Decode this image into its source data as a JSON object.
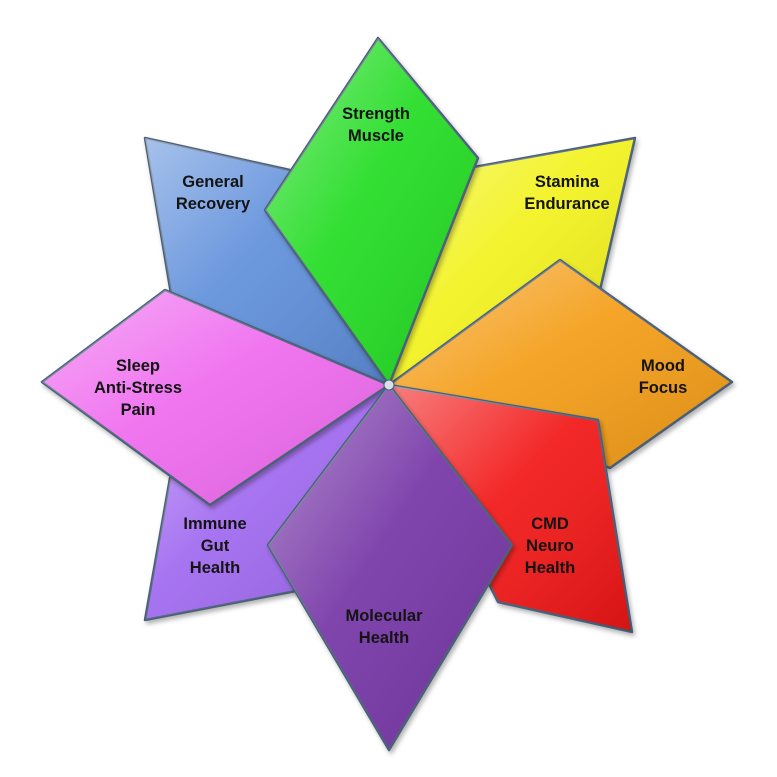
{
  "diagram": {
    "petals": [
      {
        "id": "general-recovery",
        "lines": [
          "General",
          "Recovery"
        ],
        "color": "#5e8fdb"
      },
      {
        "id": "stamina-endurance",
        "lines": [
          "Stamina",
          "Endurance"
        ],
        "color": "#f2f21a"
      },
      {
        "id": "mood-focus",
        "lines": [
          "Mood",
          "Focus"
        ],
        "color": "#f49d12"
      },
      {
        "id": "cmd-neuro-health",
        "lines": [
          "CMD",
          "Neuro",
          "Health"
        ],
        "color": "#f21717"
      },
      {
        "id": "immune-gut-health",
        "lines": [
          "Immune",
          "Gut",
          "Health"
        ],
        "color": "#a067f0"
      },
      {
        "id": "sleep-anti-stress-pain",
        "lines": [
          "Sleep",
          "Anti-Stress",
          "Pain"
        ],
        "color": "#ef6aef"
      },
      {
        "id": "strength-muscle",
        "lines": [
          "Strength",
          "Muscle"
        ],
        "color": "#22dc22"
      },
      {
        "id": "molecular-health",
        "lines": [
          "Molecular",
          "Health"
        ],
        "color": "#7434a6"
      }
    ]
  }
}
